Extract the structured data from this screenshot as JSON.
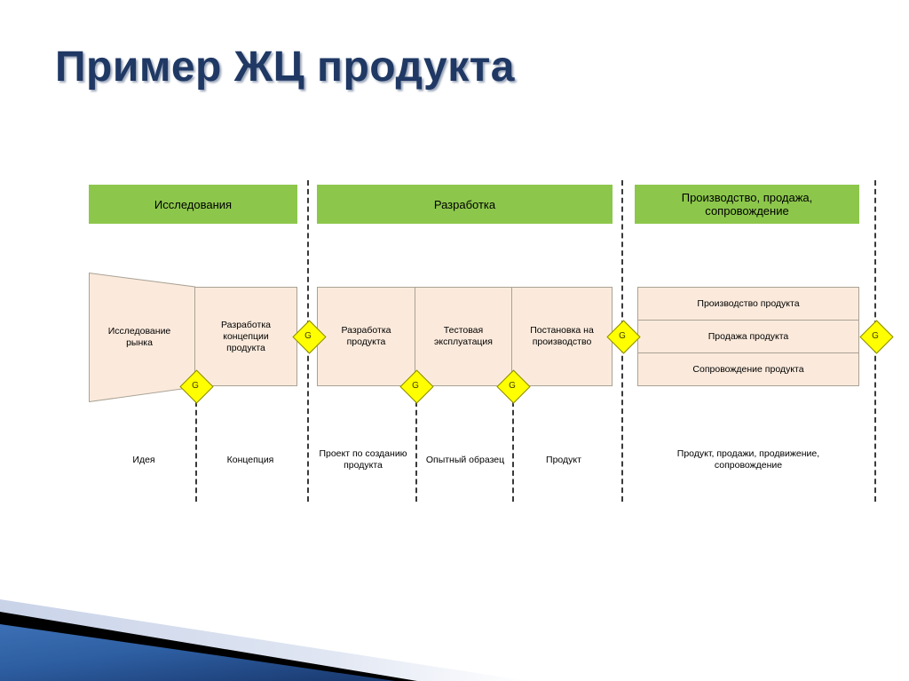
{
  "slide": {
    "title": "Пример ЖЦ продукта",
    "title_color": "#1F3864",
    "background_color": "#FFFFFF"
  },
  "theme": {
    "accent_blue": "#2E5FA3",
    "accent_blue_dark": "#1B3C73",
    "accent_black": "#000000",
    "accent_light": "#DCE3F0",
    "phase_bar_green": "#8CC74B",
    "box_fill": "#FBEADC",
    "box_border": "#A9A295",
    "gate_fill": "#FFFF00",
    "gate_border": "#8A8A00",
    "gate_line_color": "#3A3A3A"
  },
  "diagram": {
    "phases": [
      {
        "id": "research",
        "label": "Исследования"
      },
      {
        "id": "development",
        "label": "Разработка"
      },
      {
        "id": "production",
        "label": "Производство, продажа,\nсопровождение"
      }
    ],
    "phase_labels": {
      "research": "Исследования",
      "development": "Разработка",
      "production_line1": "Производство, продажа,",
      "production_line2": "сопровождение"
    },
    "activities": {
      "market_research": "Исследование\nрынка",
      "concept_dev": "Разработка\nконцепции\nпродукта",
      "product_dev": "Разработка\nпродукта",
      "test_operation": "Тестовая\nэксплуатация",
      "production_setup": "Постановка на\nпроизводство",
      "product_manufacture": "Производство продукта",
      "product_sale": "Продажа продукта",
      "product_support": "Сопровождение продукта"
    },
    "gates": [
      {
        "id": "gate-1",
        "label": "G"
      },
      {
        "id": "gate-2",
        "label": "G"
      },
      {
        "id": "gate-3",
        "label": "G"
      },
      {
        "id": "gate-4",
        "label": "G"
      },
      {
        "id": "gate-5",
        "label": "G"
      },
      {
        "id": "gate-6",
        "label": "G"
      }
    ],
    "gate_label": "G",
    "deliverables": {
      "idea": "Идея",
      "concept": "Концепция",
      "project": "Проект по созданию\nпродукта",
      "prototype": "Опытный образец",
      "product": "Продукт",
      "final": "Продукт, продажи, продвижение,\nсопровождение"
    },
    "deliverable_lines": {
      "project_l1": "Проект по созданию",
      "project_l2": "продукта",
      "final_l1": "Продукт, продажи, продвижение,",
      "final_l2": "сопровождение"
    },
    "activity_lines": {
      "market_research_l1": "Исследование",
      "market_research_l2": "рынка",
      "concept_dev_l1": "Разработка",
      "concept_dev_l2": "концепции",
      "concept_dev_l3": "продукта",
      "product_dev_l1": "Разработка",
      "product_dev_l2": "продукта",
      "test_operation_l1": "Тестовая",
      "test_operation_l2": "эксплуатация",
      "production_setup_l1": "Постановка на",
      "production_setup_l2": "производство"
    }
  }
}
